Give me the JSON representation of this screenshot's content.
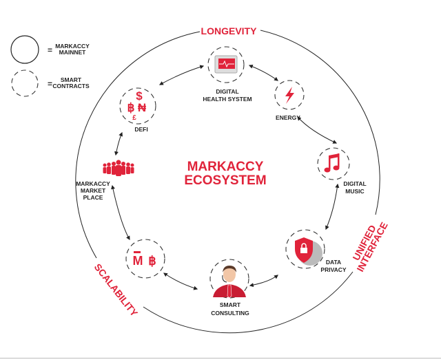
{
  "legend": {
    "mainnet": "MARKACCY MAINNET",
    "mainnet_lines": [
      "MARKACCY",
      "MAINNET"
    ],
    "contracts_lines": [
      "SMART",
      "CONTRACTS"
    ],
    "equals": "="
  },
  "title_lines": [
    "MARKACCY",
    "ECOSYSTEM"
  ],
  "ring_labels": {
    "top": "LONGEVITY",
    "right_lines": [
      "UNIFIED",
      "INTERFACE"
    ],
    "left": "SCALABILITY"
  },
  "nodes": {
    "health": [
      "DIGITAL",
      "HEALTH  SYSTEM"
    ],
    "energy": [
      "ENERGY"
    ],
    "music": [
      "DIGITAL",
      "MUSIC"
    ],
    "privacy": [
      "DATA",
      "PRIVACY"
    ],
    "consulting": [
      "SMART",
      "CONSULTING"
    ],
    "defi": [
      "DEFI"
    ],
    "marketplace": [
      "MARKACCY",
      "MARKET",
      "PLACE"
    ]
  },
  "icons": {
    "defi": "currency-icon",
    "mb": "mb-coin-icon",
    "energy": "lightning-icon",
    "music": "music-note-icon",
    "privacy": "shield-lock-icon",
    "health": "heart-monitor-icon",
    "consulting": "support-agent-icon",
    "marketplace": "crowd-icon"
  },
  "colors": {
    "accent": "#e0233a",
    "line": "#222222"
  }
}
